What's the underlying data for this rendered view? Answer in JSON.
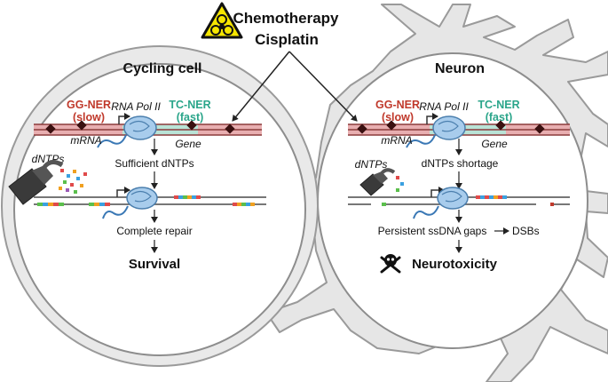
{
  "trigger": {
    "line1": "Chemotherapy",
    "line2": "Cisplatin",
    "icon": "biohazard-icon"
  },
  "colors": {
    "gg_ner": "#c0392b",
    "tc_ner": "#2aa58a",
    "dna_red": "#e8aeb0",
    "dna_green": "#b9e3d6",
    "polymerase": "#a8ccec",
    "cell_fill": "#e9e9e9",
    "cell_border": "#9a9a9a",
    "neuron_fill": "#e6e6e6"
  },
  "cycling_cell": {
    "title": "Cycling cell",
    "gg_ner_line1": "GG-NER",
    "gg_ner_line2": "(slow)",
    "rna_pol": "RNA Pol II",
    "tc_ner_line1": "TC-NER",
    "tc_ner_line2": "(fast)",
    "mrna": "mRNA",
    "gene": "Gene",
    "dntps": "dNTPs",
    "step1": "Sufficient dNTPs",
    "step2": "Complete repair",
    "outcome": "Survival"
  },
  "neuron": {
    "title": "Neuron",
    "gg_ner_line1": "GG-NER",
    "gg_ner_line2": "(slow)",
    "rna_pol": "RNA Pol II",
    "tc_ner_line1": "TC-NER",
    "tc_ner_line2": "(fast)",
    "mrna": "mRNA",
    "gene": "Gene",
    "dntps": "dNTPs",
    "step1": "dNTPs shortage",
    "step2": "Persistent ssDNA gaps",
    "step2_result": "DSBs",
    "outcome": "Neurotoxicity",
    "outcome_icon": "skull-crossbones-icon"
  }
}
